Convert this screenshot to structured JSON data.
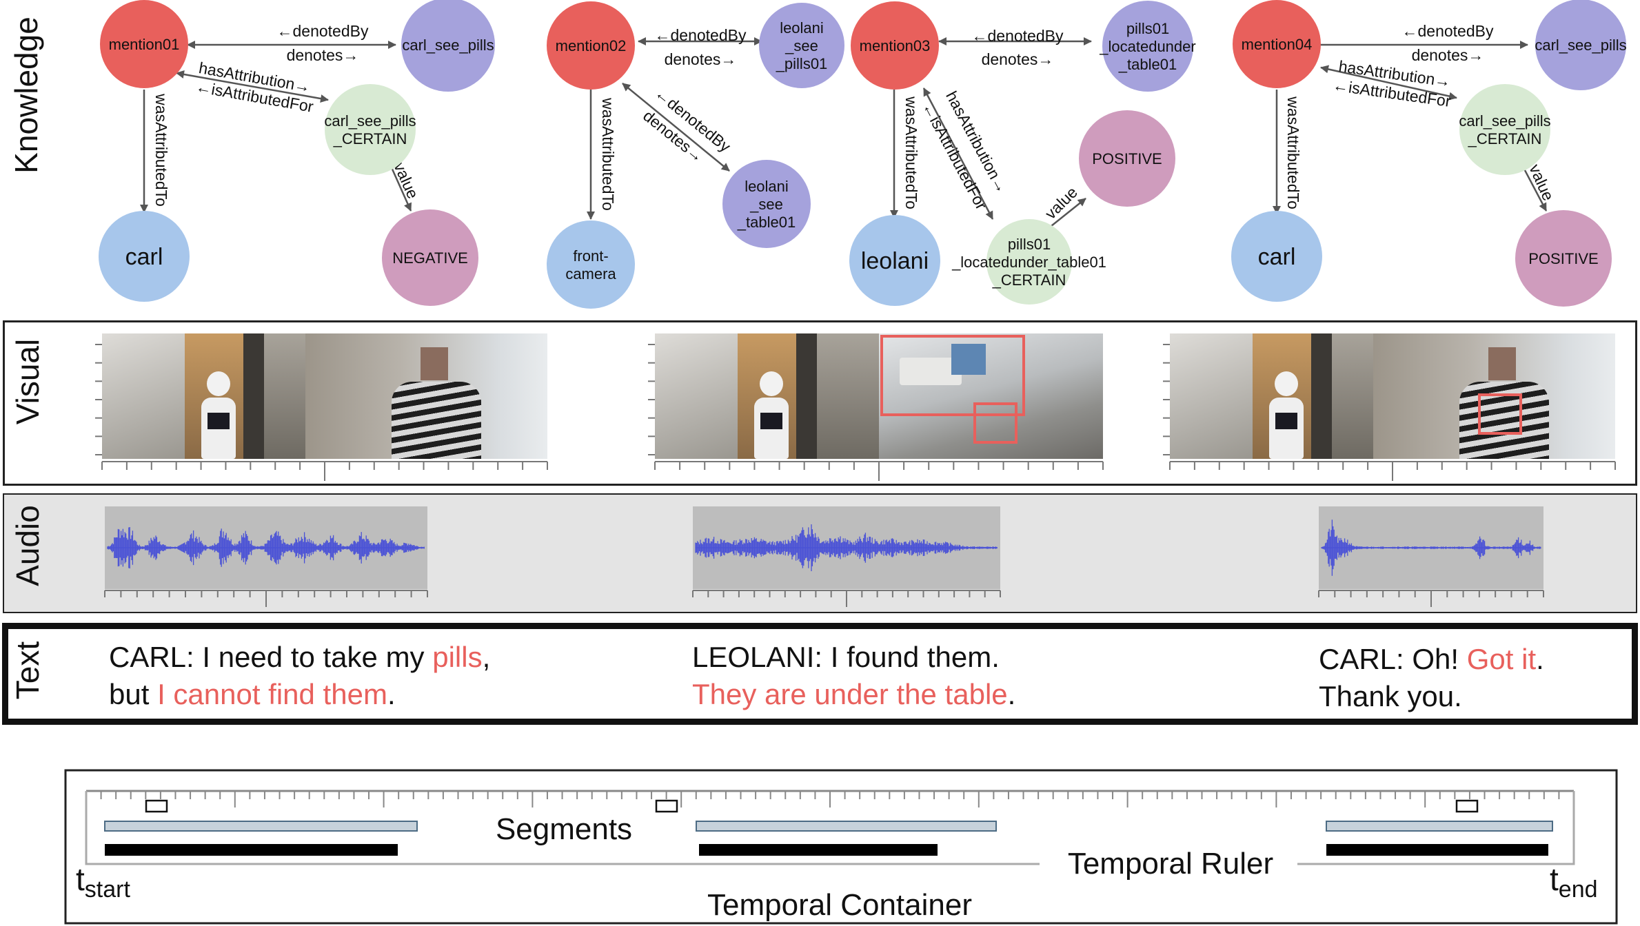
{
  "row_labels": {
    "knowledge": "Knowledge",
    "visual": "Visual",
    "audio": "Audio",
    "text": "Text"
  },
  "colors": {
    "mention": "#e8605c",
    "claim": "#a5a2dc",
    "entity": "#a7c6eb",
    "certainty": "#d8ead3",
    "polarity": "#cf9cbd",
    "highlight": "#e8605c",
    "segment_fill": "#c7d2db",
    "audio_panel": "#e4e4e4",
    "waveform": "#4a52d6"
  },
  "graphs": [
    {
      "nodes": {
        "mention": "mention01",
        "claim": "carl_see_pills",
        "certainty": "carl_see_pills\n_CERTAIN",
        "entity": "carl",
        "polarity": "NEGATIVE"
      },
      "edges": {
        "denoted_by": "←denotedBy",
        "denotes": "denotes→",
        "has_attribution": "hasAttribution→",
        "is_attributed_for": "←isAttributedFor",
        "was_attributed_to": "wasAttributedTo",
        "value": "value"
      }
    },
    {
      "nodes": {
        "mention": "mention02",
        "claim": "leolani\n_see\n_pills01",
        "claim2": "leolani\n_see\n_table01",
        "entity": "front-\ncamera"
      },
      "edges": {
        "denoted_by": "←denotedBy",
        "denotes": "denotes→",
        "denoted_by2": "←denotedBy",
        "denotes2": "denotes→",
        "was_attributed_to": "wasAttributedTo"
      }
    },
    {
      "nodes": {
        "mention": "mention03",
        "claim": "pills01\n_locatedunder\n_table01",
        "certainty": "pills01\n_locatedunder_table01\n_CERTAIN",
        "entity": "leolani",
        "polarity": "POSITIVE"
      },
      "edges": {
        "denoted_by": "←denotedBy",
        "denotes": "denotes→",
        "has_attribution": "hasAttribution→",
        "is_attributed_for": "←isAttributedFor",
        "was_attributed_to": "wasAttributedTo",
        "value": "value"
      }
    },
    {
      "nodes": {
        "mention": "mention04",
        "claim": "carl_see_pills",
        "certainty": "carl_see_pills\n_CERTAIN",
        "entity": "carl",
        "polarity": "POSITIVE"
      },
      "edges": {
        "denoted_by": "←denotedBy",
        "denotes": "denotes→",
        "has_attribution": "hasAttribution→",
        "is_attributed_for": "←isAttributedFor",
        "was_attributed_to": "wasAttributedTo",
        "value": "value"
      }
    }
  ],
  "texts": [
    {
      "line1": [
        {
          "t": "CARL: I need to take my ",
          "h": false
        },
        {
          "t": "pills",
          "h": true
        },
        {
          "t": ",",
          "h": false
        }
      ],
      "line2": [
        {
          "t": "but ",
          "h": false
        },
        {
          "t": "I cannot find them",
          "h": true
        },
        {
          "t": ".",
          "h": false
        }
      ]
    },
    {
      "line1": [
        {
          "t": "LEOLANI: I found them.",
          "h": false
        }
      ],
      "line2": [
        {
          "t": "They are under the table",
          "h": true
        },
        {
          "t": ".",
          "h": false
        }
      ]
    },
    {
      "line1": [
        {
          "t": "CARL: Oh! ",
          "h": false
        },
        {
          "t": "Got it",
          "h": true
        },
        {
          "t": ".",
          "h": false
        }
      ],
      "line2": [
        {
          "t": "Thank you.",
          "h": false
        }
      ]
    }
  ],
  "legend": {
    "segments": "Segments",
    "temporal_ruler": "Temporal Ruler",
    "temporal_container": "Temporal Container",
    "t_start": "t",
    "t_start_sub": "start",
    "t_end": "t",
    "t_end_sub": "end"
  }
}
